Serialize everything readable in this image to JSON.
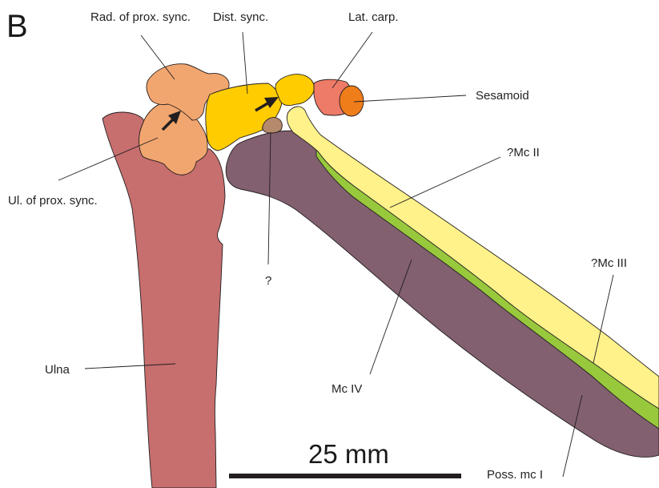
{
  "panel_letter": "B",
  "labels": {
    "rad_prox_sync": "Rad. of prox. sync.",
    "dist_sync": "Dist. sync.",
    "lat_carp": "Lat. carp.",
    "sesamoid": "Sesamoid",
    "mc2": "?Mc II",
    "ul_prox_sync": "Ul. of prox. sync.",
    "question": "?",
    "mc3": "?Mc III",
    "ulna": "Ulna",
    "mc4": "Mc IV",
    "poss_mc1": "Poss. mc I"
  },
  "scale_bar": {
    "label": "25 mm"
  },
  "colors": {
    "ulna": "#c76e6e",
    "mc4": "#82606f",
    "rad_prox_sync": "#f2a66f",
    "ul_prox_sync": "#f2a66f",
    "dist_sync": "#ffcc00",
    "lat_carp": "#ee7b67",
    "sesamoid": "#ef7d1a",
    "unknown_element": "#b5896b",
    "mc2": "#fff28a",
    "mc3": "#98c83c",
    "poss_mc1": "#9fd1c2"
  }
}
